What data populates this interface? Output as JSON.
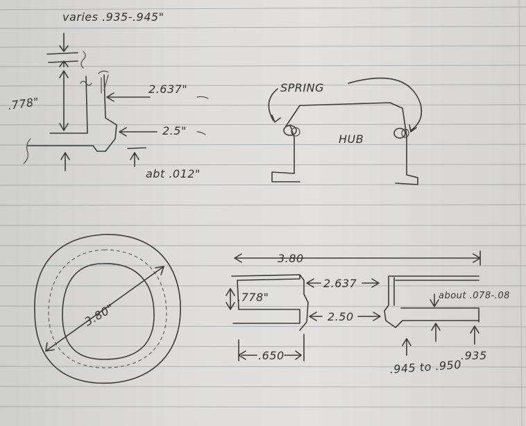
{
  "labels": {
    "varies": "varies .935-.945\"",
    "d778_top": ".778\"",
    "d2637_top": "2.637\"",
    "d25_top": "2.5\"",
    "abt012": "abt .012\"",
    "spring": "SPRING",
    "hub": "HUB",
    "ring_dia": "3.80\"",
    "d380": "3.80",
    "d2637_bot": "2.637",
    "d778_bot": ".778\"",
    "d250_bot": "2.50",
    "d650": ".650",
    "about": "about .078-.08",
    "d935": ".935",
    "d945_950": ".945 to .950"
  }
}
